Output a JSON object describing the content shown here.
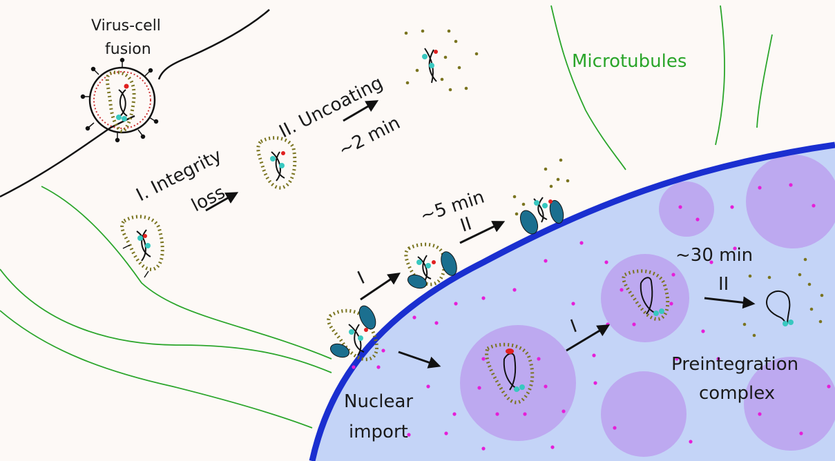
{
  "labels": {
    "fusion_line1": "Virus-cell",
    "fusion_line2": "fusion",
    "integrity_line1": "I. Integrity",
    "integrity_line2": "loss",
    "uncoating": "II. Uncoating",
    "time_2min": "~2 min",
    "microtubules": "Microtubules",
    "time_5min": "~5 min",
    "step_II_a": "II",
    "step_I_a": "I",
    "time_30min": "~30 min",
    "step_II_b": "II",
    "step_I_b": "I",
    "nuclear_line1": "Nuclear",
    "nuclear_line2": "import",
    "preint_line1": "Preintegration",
    "preint_line2": "complex"
  },
  "colors": {
    "background": "#fdf9f6",
    "nucleus_fill": "#c4d4f7",
    "nuclear_envelope": "#1a2fd0",
    "nuclear_body": "#bda9f0",
    "microtubule": "#2aa52a",
    "capsid_dot": "#7a7420",
    "pore": "#1b6f8f",
    "integrase": "#38c8c0",
    "red_protein": "#e02020",
    "magenta_dot": "#e51fd8"
  }
}
